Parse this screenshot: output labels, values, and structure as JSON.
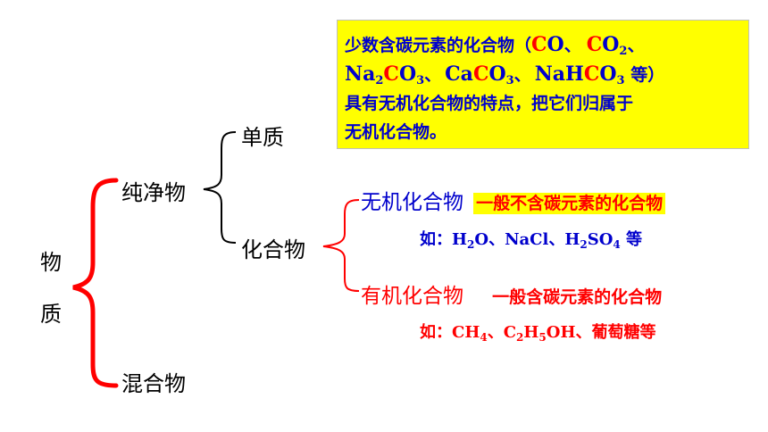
{
  "root": {
    "char1": "物",
    "char2": "质"
  },
  "branch_pure": "纯净物",
  "branch_mixture": "混合物",
  "pure": {
    "element": "单质",
    "compound": "化合物"
  },
  "inorganic": {
    "label": "无机化合物",
    "definition": "一般不含碳元素的化合物",
    "ex_prefix": "如：",
    "ex_h2o": [
      "H",
      "2",
      "O"
    ],
    "ex_sep": "、",
    "ex_nacl": "NaCl",
    "ex_h2so4": [
      "H",
      "2",
      "SO",
      "4"
    ],
    "ex_suffix": " 等"
  },
  "organic": {
    "label": "有机化合物",
    "definition": "一般含碳元素的化合物",
    "ex_prefix": "如：",
    "ex_ch4": [
      "CH",
      "4"
    ],
    "ex_sep": "、",
    "ex_c2h5oh": [
      "C",
      "2",
      "H",
      "5",
      "OH"
    ],
    "ex_suffix": "葡萄糖等"
  },
  "note": {
    "t1": "少数含碳元素的化合物（",
    "co": [
      "C",
      "O"
    ],
    "sep": "、",
    "co2": [
      "C",
      "O",
      "2"
    ],
    "na2co3": [
      "Na",
      "2",
      "C",
      "O",
      "3"
    ],
    "caco3": [
      "Ca",
      "C",
      "O",
      "3"
    ],
    "nahco3": [
      "NaH",
      "C",
      "O",
      "3"
    ],
    "t2": " 等）",
    "line3": "具有无机化合物的特点，把它们归属于",
    "line4": "无机化合物。"
  },
  "colors": {
    "brace": "#ff0000",
    "blue_text": "#0000cc",
    "red_text": "#ff0000",
    "note_bg": "#ffff00",
    "def_bg": "#ffff00"
  }
}
